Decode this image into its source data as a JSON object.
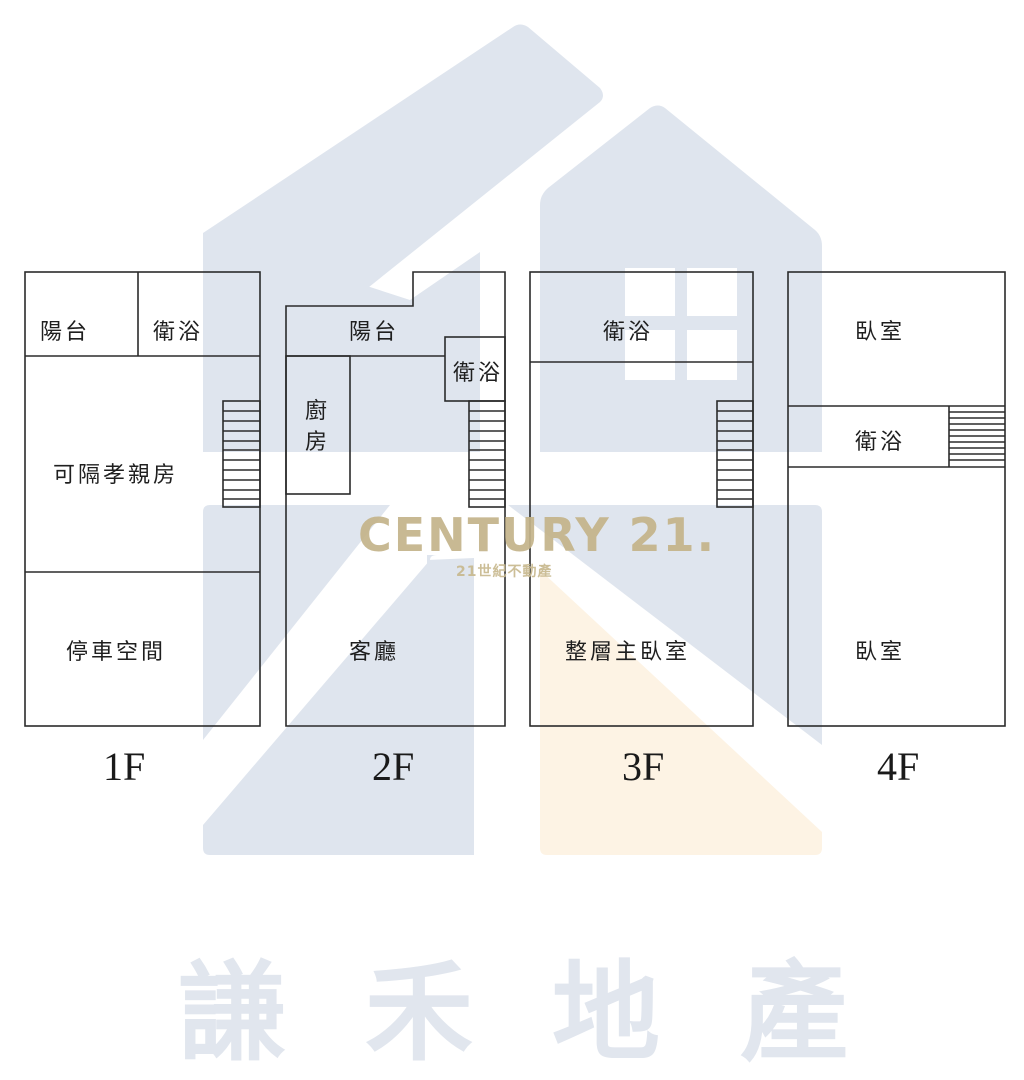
{
  "watermark": {
    "brand": "CENTURY 21.",
    "brand_sub": "21世紀不動產",
    "company_chars": [
      "謙",
      "禾",
      "地",
      "產"
    ],
    "colors": {
      "house_blue": "#dfe5ee",
      "house_orange": "#fdf3e4",
      "brand_gold": "#c4b48a"
    }
  },
  "floors": [
    {
      "label": "1F",
      "rooms": [
        {
          "name": "陽台"
        },
        {
          "name": "衛浴"
        },
        {
          "name": "可隔孝親房"
        },
        {
          "name": "停車空間"
        }
      ]
    },
    {
      "label": "2F",
      "rooms": [
        {
          "name": "陽台"
        },
        {
          "name": "衛浴"
        },
        {
          "name": "廚",
          "name2": "房"
        },
        {
          "name": "客廳"
        }
      ]
    },
    {
      "label": "3F",
      "rooms": [
        {
          "name": "衛浴"
        },
        {
          "name": "整層主臥室"
        }
      ]
    },
    {
      "label": "4F",
      "rooms": [
        {
          "name": "臥室"
        },
        {
          "name": "衛浴"
        },
        {
          "name": "臥室"
        }
      ]
    }
  ]
}
